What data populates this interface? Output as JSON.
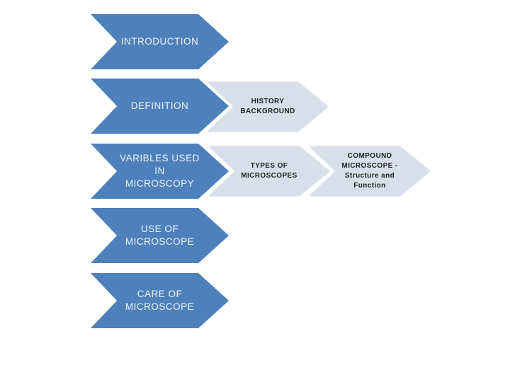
{
  "slide": {
    "description": "Microscopy presentation agenda diagram with chevron process arrows",
    "colors": {
      "background": "#ffffff",
      "primary_fill": "#4e80bc",
      "primary_text": "#edf3fa",
      "secondary_fill": "#d9dfea",
      "secondary_text": "#1f1f1f"
    },
    "main_steps": [
      {
        "label": "INTRODUCTION"
      },
      {
        "label": "DEFINITION"
      },
      {
        "label": "VARIBLES USED\nIN\nMICROSCOPY"
      },
      {
        "label": "USE OF\nMICROSCOPE"
      },
      {
        "label": "CARE OF\nMICROSCOPE"
      }
    ],
    "sub_steps": [
      {
        "label": "HISTORY\nBACKGROUND"
      },
      {
        "label": "TYPES OF\nMICROSCOPES"
      },
      {
        "label": "COMPOUND\nMICROSCOPE -\nStructure and\nFunction"
      }
    ]
  }
}
